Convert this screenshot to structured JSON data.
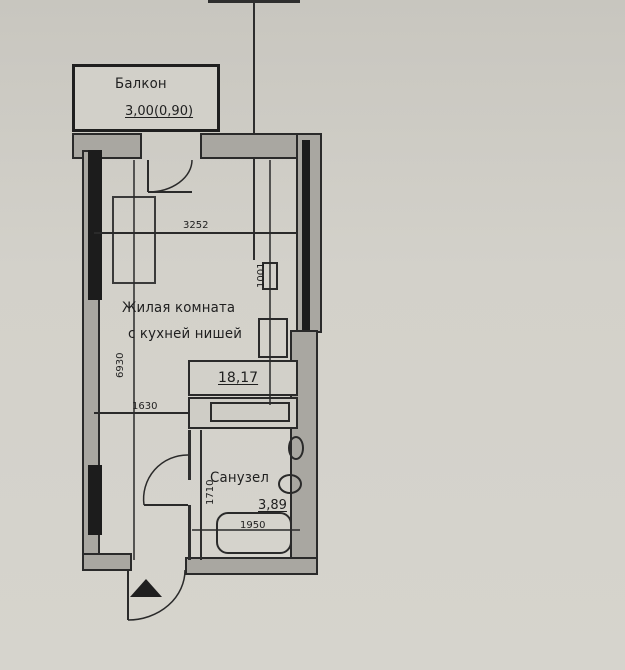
{
  "plan": {
    "rooms": [
      {
        "id": "balcony",
        "name": "Балкон",
        "area": "3,00(0,90)"
      },
      {
        "id": "living",
        "name_line1": "Жилая комната",
        "name_line2": "с кухней нишей",
        "area": "18,17"
      },
      {
        "id": "bathroom",
        "name": "Санузел",
        "area": "3,89"
      }
    ],
    "dimensions": {
      "living_width": "3252",
      "living_length": "6930",
      "hall_width": "1630",
      "kitchen_niche": "1001",
      "bath_width": "1950",
      "bath_depth": "1710"
    },
    "entrance_marker": "entrance-arrow"
  }
}
